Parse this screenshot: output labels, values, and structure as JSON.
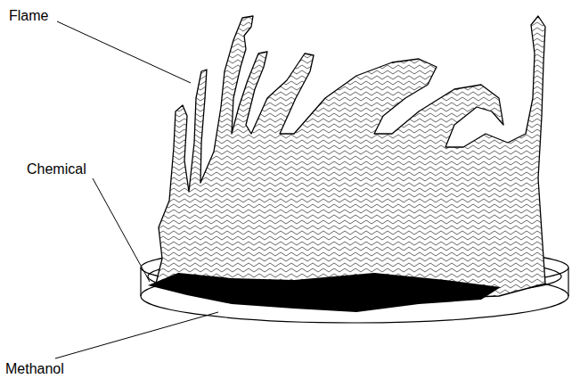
{
  "diagram": {
    "labels": [
      "Flame",
      "Chemical",
      "Methanol"
    ]
  }
}
